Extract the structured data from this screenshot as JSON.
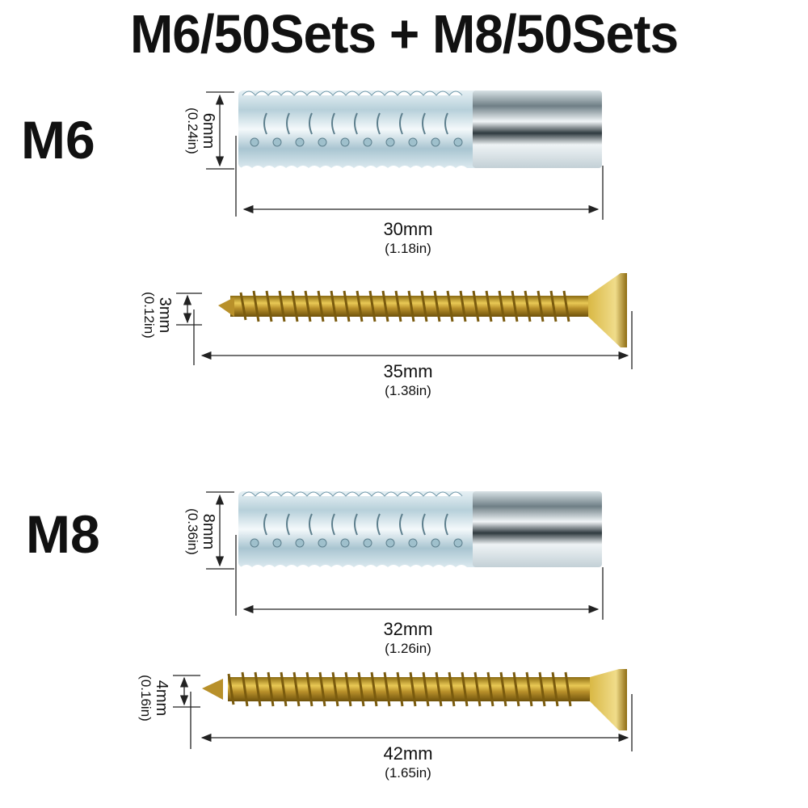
{
  "title": "M6/50Sets + M8/50Sets",
  "sections": [
    {
      "label": "M6",
      "anchor": {
        "diameter": "6mm",
        "diameter_in": "(0.24in)",
        "length": "30mm",
        "length_in": "(1.18in)"
      },
      "screw": {
        "diameter": "3mm",
        "diameter_in": "(0.12in)",
        "length": "35mm",
        "length_in": "(1.38in)"
      }
    },
    {
      "label": "M8",
      "anchor": {
        "diameter": "8mm",
        "diameter_in": "(0.36in)",
        "length": "32mm",
        "length_in": "(1.26in)"
      },
      "screw": {
        "diameter": "4mm",
        "diameter_in": "(0.16in)",
        "length": "42mm",
        "length_in": "(1.65in)"
      }
    }
  ],
  "colors": {
    "anchor_metal": "#c9dde6",
    "anchor_shadow": "#7fa3b3",
    "screw_gold": "#c9a233",
    "screw_dark": "#8a6a12",
    "dimension_line": "#222222"
  }
}
